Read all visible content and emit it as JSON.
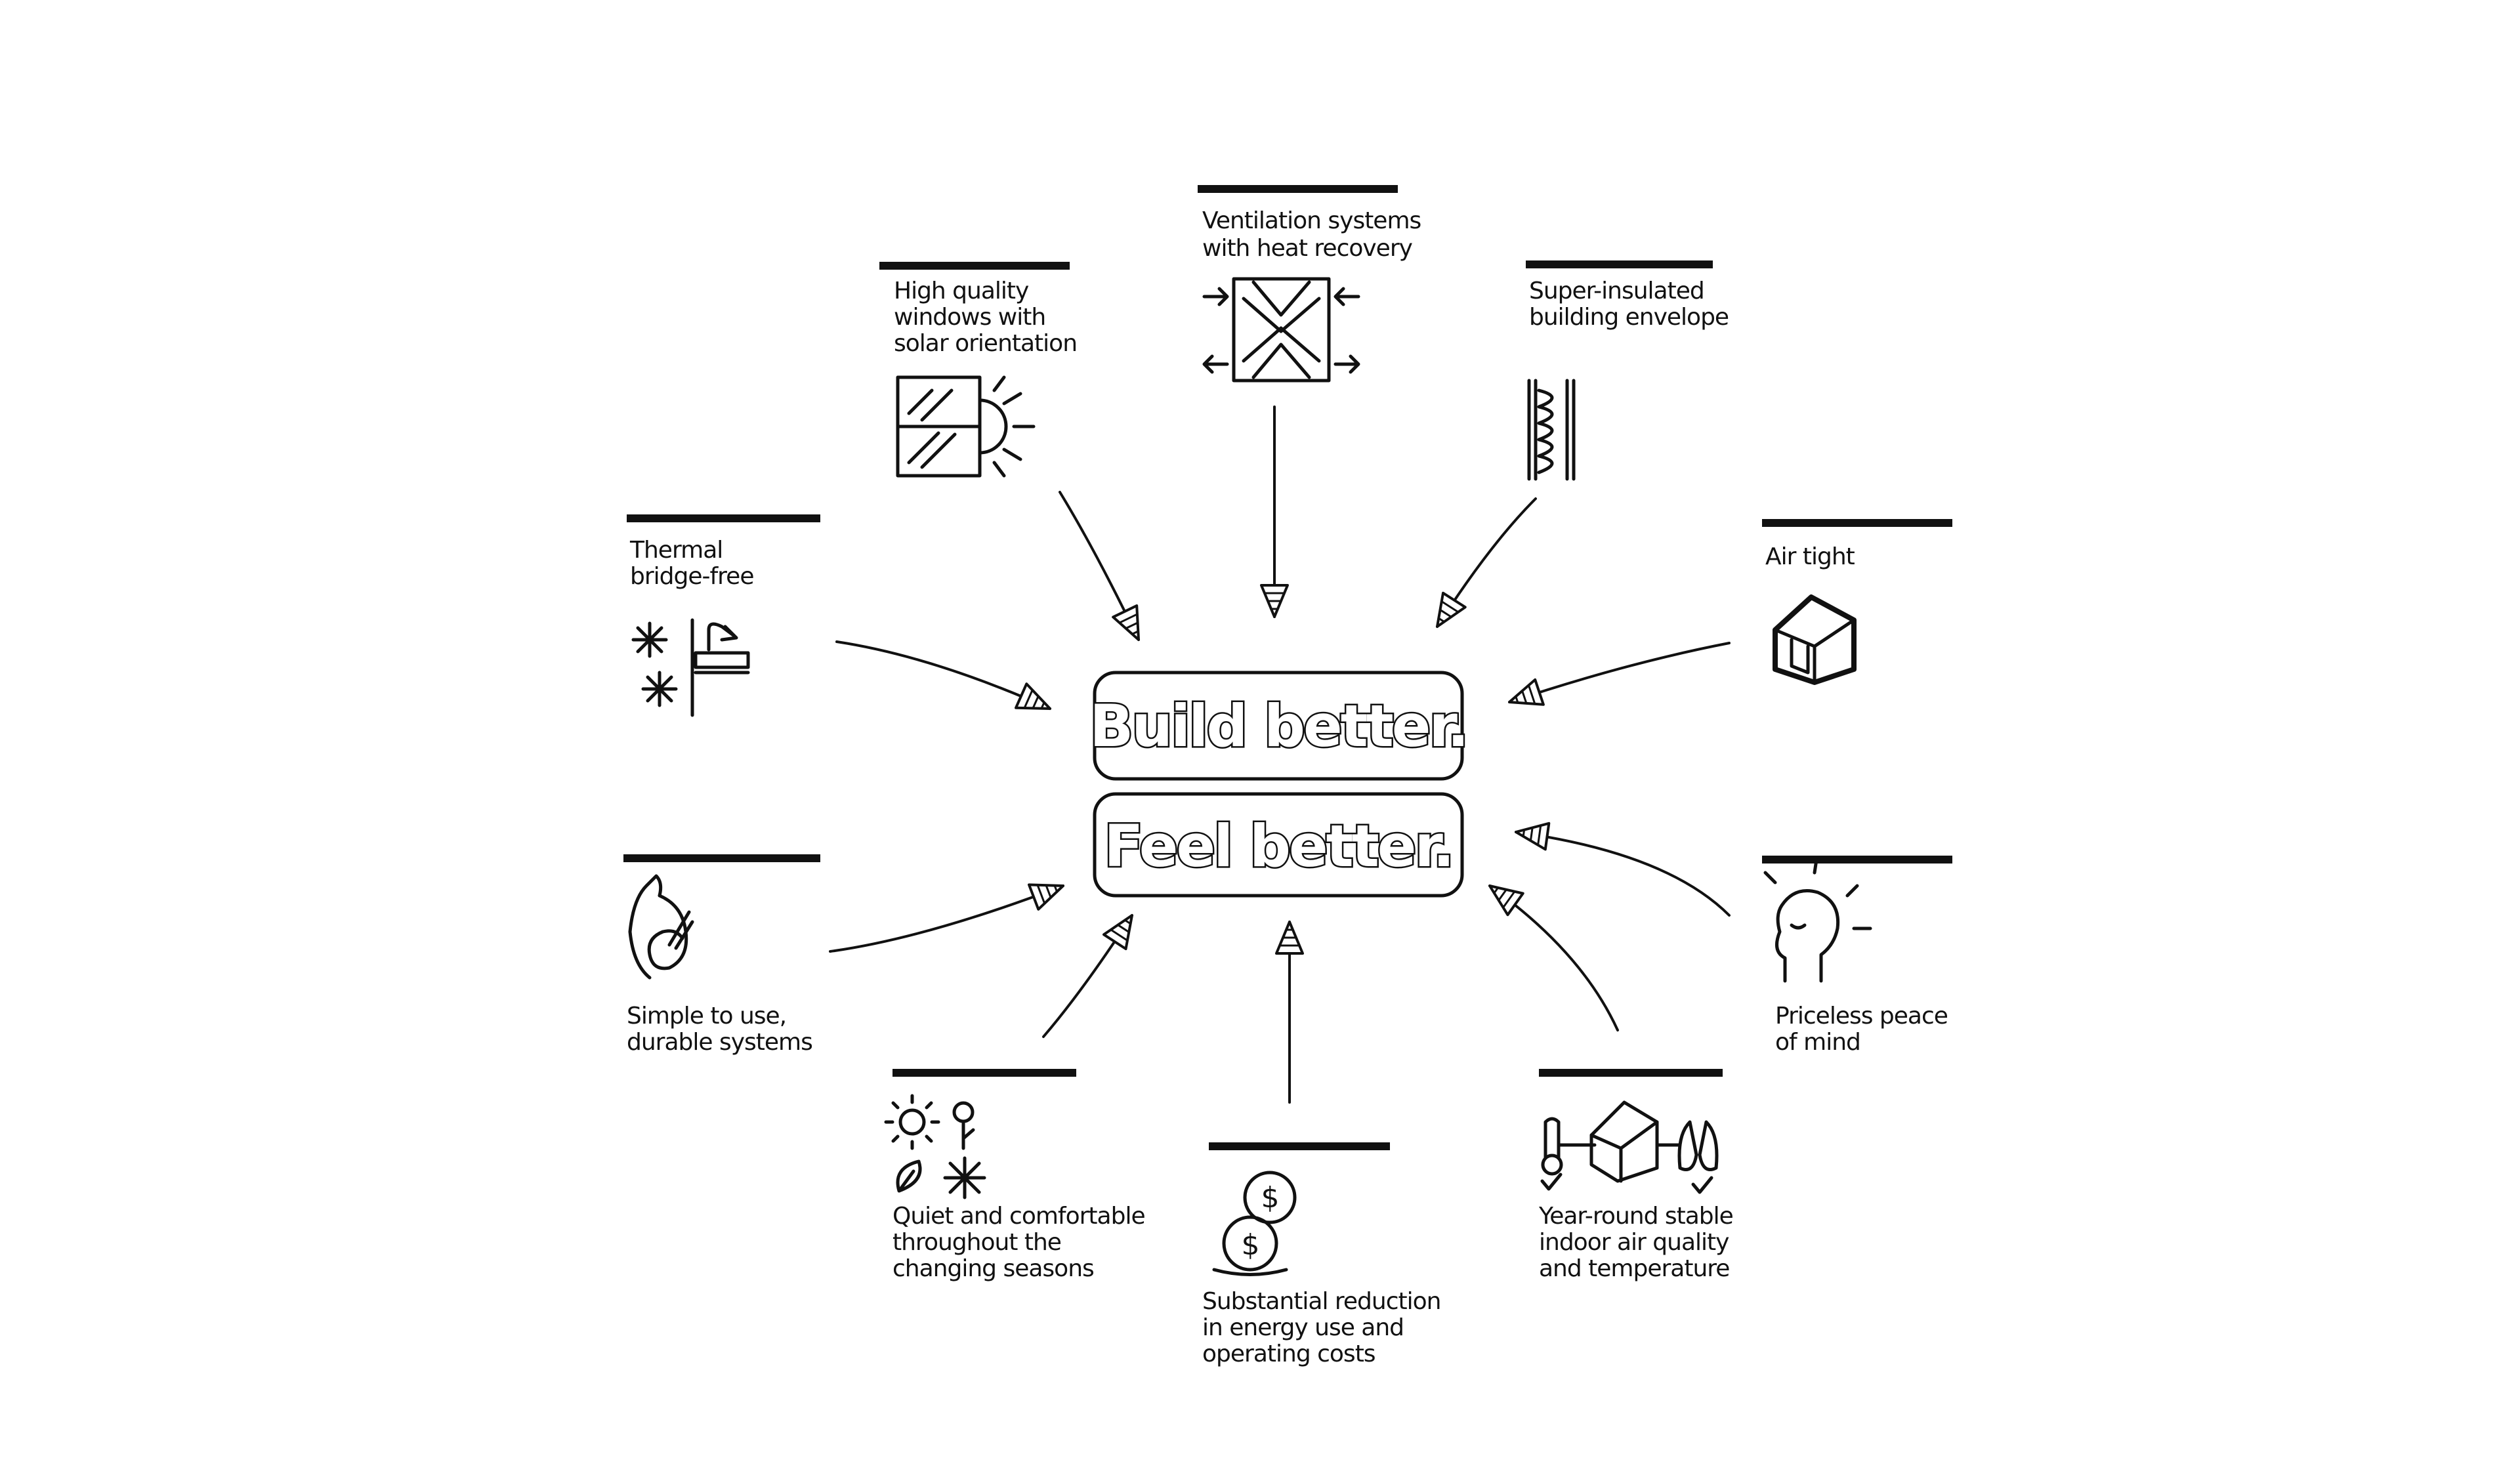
{
  "center": {
    "line1": "Build better.",
    "line2": "Feel better."
  },
  "benefits": [
    {
      "id": "ventilation",
      "icon": "heat-exchanger-icon",
      "lines": [
        "Ventilation systems",
        "with heat recovery"
      ]
    },
    {
      "id": "windows",
      "icon": "window-sun-icon",
      "lines": [
        "High quality",
        "windows with",
        "solar orientation"
      ]
    },
    {
      "id": "insulated",
      "icon": "insulation-wall-icon",
      "lines": [
        "Super-insulated",
        "building envelope"
      ]
    },
    {
      "id": "thermal",
      "icon": "thermal-bridge-icon",
      "lines": [
        "Thermal",
        "bridge-free"
      ]
    },
    {
      "id": "airtight",
      "icon": "airtight-house-icon",
      "lines": [
        "Air tight"
      ]
    },
    {
      "id": "simple",
      "icon": "ok-hand-icon",
      "lines": [
        "Simple to use,",
        "durable systems"
      ]
    },
    {
      "id": "peace",
      "icon": "calm-head-icon",
      "lines": [
        "Priceless peace",
        "of mind"
      ]
    },
    {
      "id": "comfort",
      "icon": "seasons-icon",
      "lines": [
        "Quiet and comfortable",
        "throughout the",
        "changing seasons"
      ]
    },
    {
      "id": "energy",
      "icon": "coins-icon",
      "lines": [
        "Substantial reduction",
        "in energy use and",
        "operating costs"
      ]
    },
    {
      "id": "airquality",
      "icon": "air-quality-icon",
      "lines": [
        "Year-round stable",
        "indoor air quality",
        "and temperature"
      ]
    }
  ]
}
